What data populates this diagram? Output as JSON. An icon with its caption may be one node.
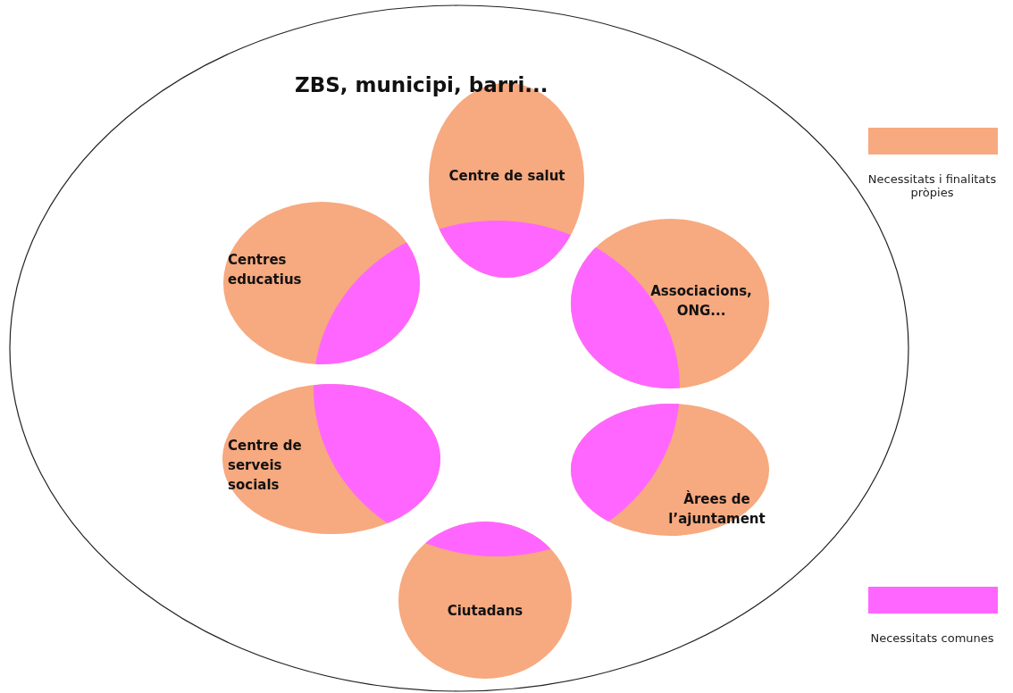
{
  "diagram": {
    "nodes": [
      {
        "text": [
          "ZBS, municipi, barri..."
        ]
      },
      {
        "text": [
          "Centre de salut"
        ],
        "in": 0
      },
      {
        "text": [
          "Centres educatius"
        ],
        "in": 0
      },
      {
        "text": [
          "Associacions, ONG..."
        ],
        "in": 0
      },
      {
        "text": [
          "Centre de serveis socials"
        ],
        "in": 0
      },
      {
        "text": [
          "Àrees de l’ajuntament"
        ],
        "in": 0
      },
      {
        "text": [
          "Ciutadans"
        ],
        "in": 0
      },
      {
        "text": [],
        "shape": "lens",
        "in": 0
      },
      {
        "text": [],
        "shape": "lens",
        "in": 0
      },
      {
        "text": [],
        "shape": "lens",
        "in": 0
      },
      {
        "text": [],
        "shape": "lens",
        "in": 0
      },
      {
        "text": [],
        "shape": "lens",
        "in": 0
      },
      {
        "text": [],
        "shape": "lens",
        "in": 0
      }
    ],
    "edges": [],
    "legend": [
      {
        "text": "Necessitats i finalitats pròpies",
        "color": "#f7a97f"
      },
      {
        "text": "Necessitats comunes",
        "color": "#ff66ff"
      }
    ]
  }
}
